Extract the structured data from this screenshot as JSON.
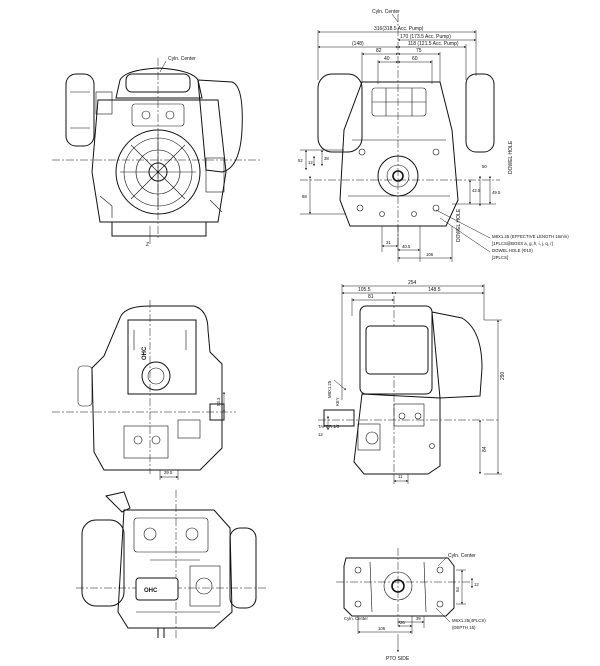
{
  "cyl_center_label": "Cyln. Center",
  "rear_view": {
    "dim_316": "316(318.5 Acc. Pump)",
    "dim_170": "170 (173.5 Acc. Pump)",
    "dim_148": "(148)",
    "dim_118": "118 (121.5 Acc. Pump)",
    "dim_82": "82",
    "dim_75": "75",
    "dim_40": "40",
    "dim_60": "60",
    "dim_52": "52",
    "dim_12": "12",
    "dim_38": "38",
    "dim_68": "68",
    "dim_50": "50",
    "dim_49_5": "49.5",
    "dim_42_5": "42.5",
    "dim_31": "31",
    "dim_40_5": "40.5",
    "dim_106": "106",
    "dowel_hole_label": "DOWEL HOLE",
    "thread_note": "M8X1.25 (EFFECTIVE LENGTH 16mm)",
    "thread_note_2": "[1PLCS@BOSS a, g, h, i, j, q, r]",
    "dowel_note": "DOWEL HOLE (Φ10)",
    "dowel_note_2": "[2PLCS]"
  },
  "side_view": {
    "dim_254": "254",
    "dim_105_5": "105.5",
    "dim_148_5": "148.5",
    "dim_81": "81",
    "dim_290": "290",
    "dim_84": "84",
    "dim_11": "11",
    "dim_12": "12",
    "taper": "TAPER 1/5",
    "m8_label": "M8X1.25",
    "key_label": "KEY"
  },
  "front_view": {
    "dim_53_3": "53.3",
    "dim_29_5": "29.5"
  },
  "bottom_view": {
    "pto_side": "PTO SIDE",
    "dim_106": "106",
    "dim_39": "39",
    "dim_26": "26",
    "dim_54": "54",
    "dim_12": "12",
    "thread_note": "M6X1.25(4PLCS)",
    "thread_note_2": "(DEPTH 16)"
  },
  "logos": {
    "ohc": "OHC",
    "ohc_vertical": "OHC"
  }
}
